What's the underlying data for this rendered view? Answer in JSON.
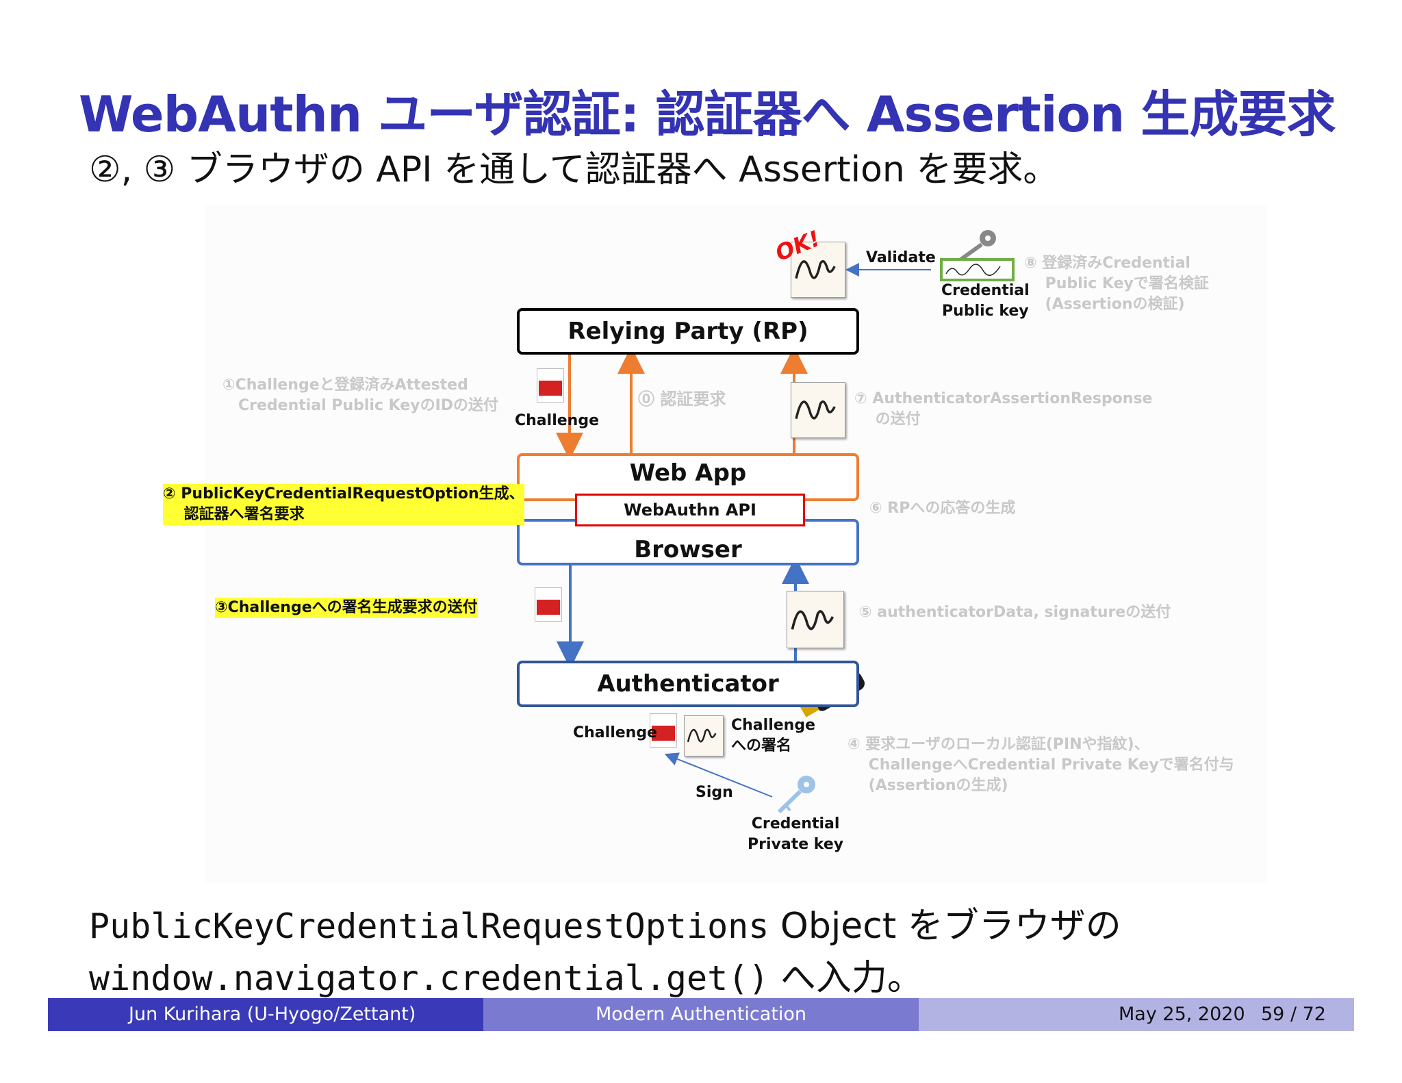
{
  "title": "WebAuthn ユーザ認証: 認証器へ Assertion 生成要求",
  "subtitle": "②, ③ ブラウザの API を通して認証器へ Assertion を要求。",
  "diagram": {
    "boxes": {
      "rp": "Relying Party (RP)",
      "web_app": "Web App",
      "webauthn_api": "WebAuthn API",
      "browser": "Browser",
      "authenticator": "Authenticator"
    },
    "labels": {
      "ok": "OK!",
      "validate": "Validate",
      "credential_public_key": "Credential\nPublic key",
      "challenge_rp": "Challenge",
      "challenge_auth": "Challenge",
      "challenge_signature": "Challenge\nへの署名",
      "sign": "Sign",
      "credential_private_key": "Credential\nPrivate key"
    },
    "steps": {
      "s0": "⓪ 認証要求",
      "s1": "①Challengeと登録済みAttested\n   Credential Public KeyのIDの送付",
      "s2": "② PublicKeyCredentialRequestOption生成、\n    認証器へ署名要求",
      "s3": "③Challengeへの署名生成要求の送付",
      "s4": "④ 要求ユーザのローカル認証(PINや指紋)、\n    ChallengeへCredential Private Keyで署名付与\n    (Assertionの生成)",
      "s5": "⑤ authenticatorData, signatureの送付",
      "s6": "⑥ RPへの応答の生成",
      "s7": "⑦ AuthenticatorAssertionResponse\n    の送付",
      "s8": "⑧ 登録済みCredential\n    Public Keyで署名検証\n    (Assertionの検証)"
    }
  },
  "bottom_text": {
    "line1_code": "PublicKeyCredentialRequestOptions",
    "line1_text": " Object をブラウザの",
    "line2_code": "window.navigator.credential.get()",
    "line2_text": " へ入力。"
  },
  "footer": {
    "author": "Jun Kurihara  (U-Hyogo/Zettant)",
    "talk": "Modern Authentication",
    "date": "May 25, 2020",
    "page": "59 / 72"
  },
  "colors": {
    "title": "#3333b3",
    "rp_border": "#000000",
    "webapp_border": "#ed7d31",
    "browser_border": "#4472c4",
    "api_border": "#e00000",
    "highlight": "#ffff33",
    "footer_dark": "#3a3ab8",
    "footer_mid": "#7a7ad0",
    "footer_light": "#b3b3e3"
  }
}
